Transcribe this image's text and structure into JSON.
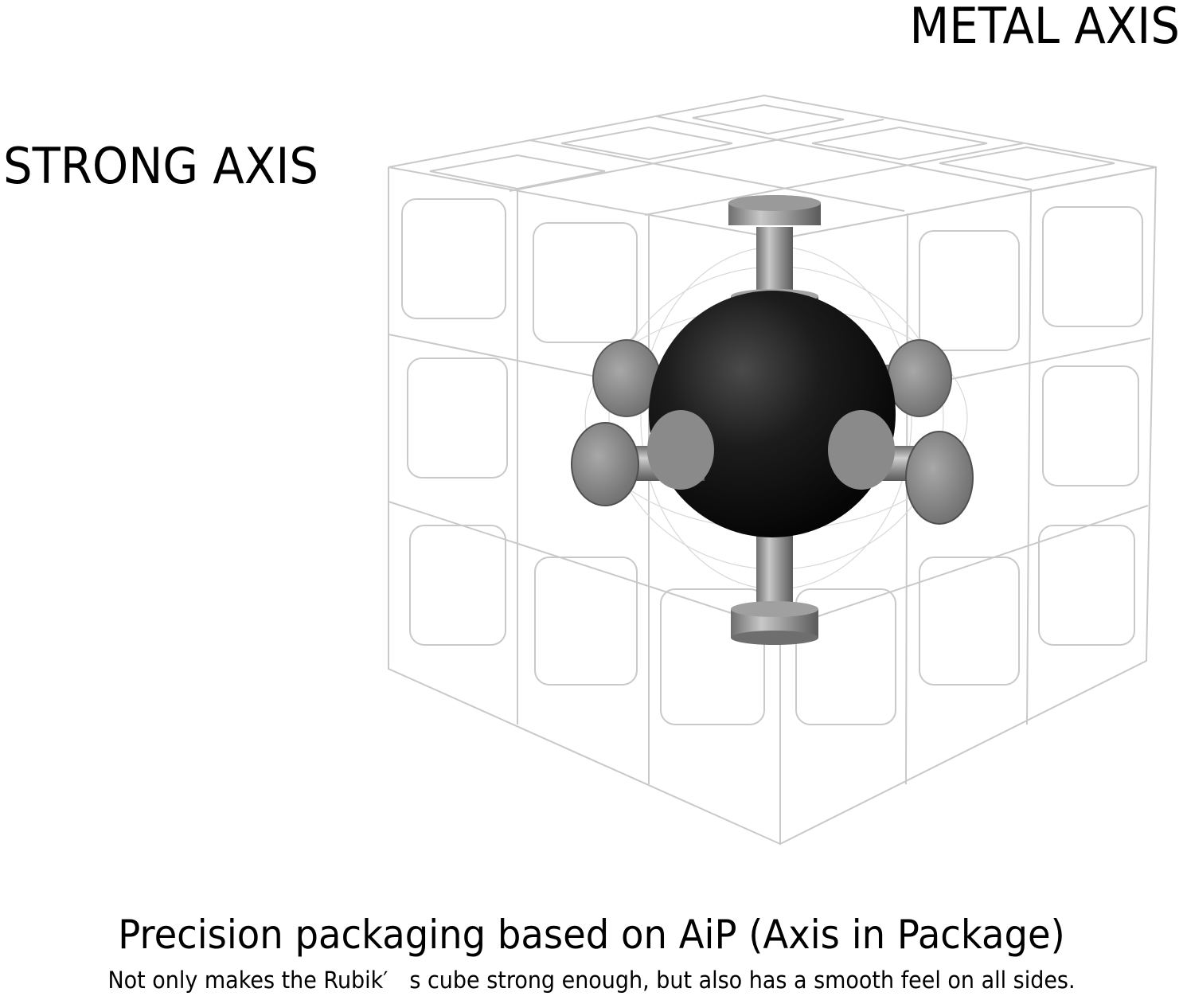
{
  "headings": {
    "metal_axis": "METAL AXIS",
    "strong_axis": "STRONG AXIS"
  },
  "caption": {
    "title": "Precision packaging based on AiP (Axis in Package)",
    "subtitle": "Not only makes the Rubik′　s cube strong enough, but also has a smooth feel on all sides."
  },
  "illustration": {
    "subject": "transparent 3x3 cube with metal core axis",
    "colors": {
      "outline": "#c9c9c9",
      "core": "#1a1a1a",
      "metal": "#8a8a8a"
    }
  }
}
